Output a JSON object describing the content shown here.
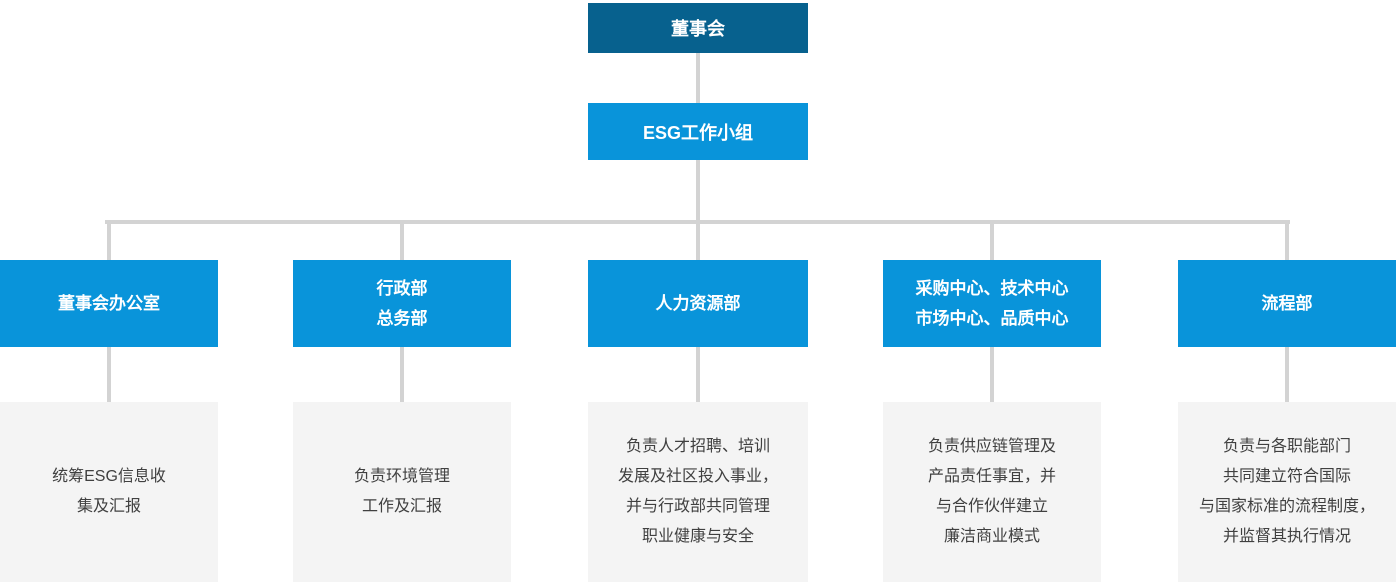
{
  "colors": {
    "dark_blue": "#07618e",
    "blue": "#0994da",
    "gray_box": "#f4f4f4",
    "line": "#d3d3d3",
    "text_light": "#ffffff",
    "text_dark": "#404040"
  },
  "org_chart": {
    "root": {
      "label": "董事会"
    },
    "level2": {
      "label": "ESG工作小组"
    },
    "branches": [
      {
        "dept": "董事会办公室",
        "duty": "统筹ESG信息收\n集及汇报"
      },
      {
        "dept": "行政部\n总务部",
        "duty": "负责环境管理\n工作及汇报"
      },
      {
        "dept": "人力资源部",
        "duty": "负责人才招聘、培训\n发展及社区投入事业，\n并与行政部共同管理\n职业健康与安全"
      },
      {
        "dept": "采购中心、技术中心\n市场中心、品质中心",
        "duty": "负责供应链管理及\n产品责任事宜，并\n与合作伙伴建立\n廉洁商业模式"
      },
      {
        "dept": "流程部",
        "duty": "负责与各职能部门\n共同建立符合国际\n与国家标准的流程制度，\n并监督其执行情况"
      }
    ]
  }
}
